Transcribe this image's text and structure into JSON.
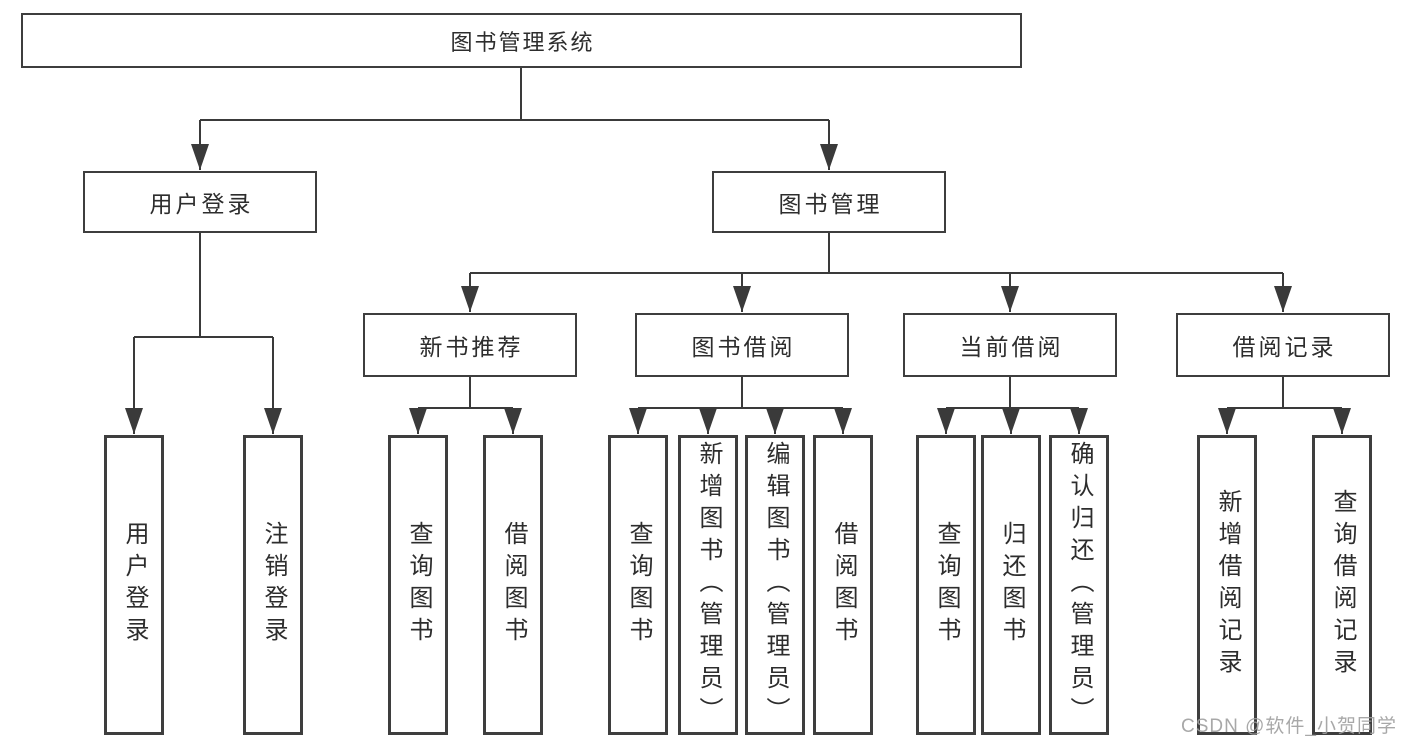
{
  "diagram_type": "hierarchy-tree",
  "colors": {
    "line": "#3a3a3a",
    "box_border": "#3e3e3e",
    "box_fill": "#ffffff",
    "text": "#2d2d2d",
    "watermark": "#9e9e9e",
    "background": "#ffffff"
  },
  "tree": {
    "label": "图书管理系统",
    "children": [
      {
        "label": "用户登录",
        "children": [
          {
            "label": "用户登录"
          },
          {
            "label": "注销登录"
          }
        ]
      },
      {
        "label": "图书管理",
        "children": [
          {
            "label": "新书推荐",
            "children": [
              {
                "label": "查询图书"
              },
              {
                "label": "借阅图书"
              }
            ]
          },
          {
            "label": "图书借阅",
            "children": [
              {
                "label": "查询图书"
              },
              {
                "label": "新增图书（管理员）"
              },
              {
                "label": "编辑图书（管理员）"
              },
              {
                "label": "借阅图书"
              }
            ]
          },
          {
            "label": "当前借阅",
            "children": [
              {
                "label": "查询图书"
              },
              {
                "label": "归还图书"
              },
              {
                "label": "确认归还（管理员）"
              }
            ]
          },
          {
            "label": "借阅记录",
            "children": [
              {
                "label": "新增借阅记录"
              },
              {
                "label": "查询借阅记录"
              }
            ]
          }
        ]
      }
    ]
  },
  "watermark": {
    "text": "CSDN @软件_小贺同学"
  }
}
